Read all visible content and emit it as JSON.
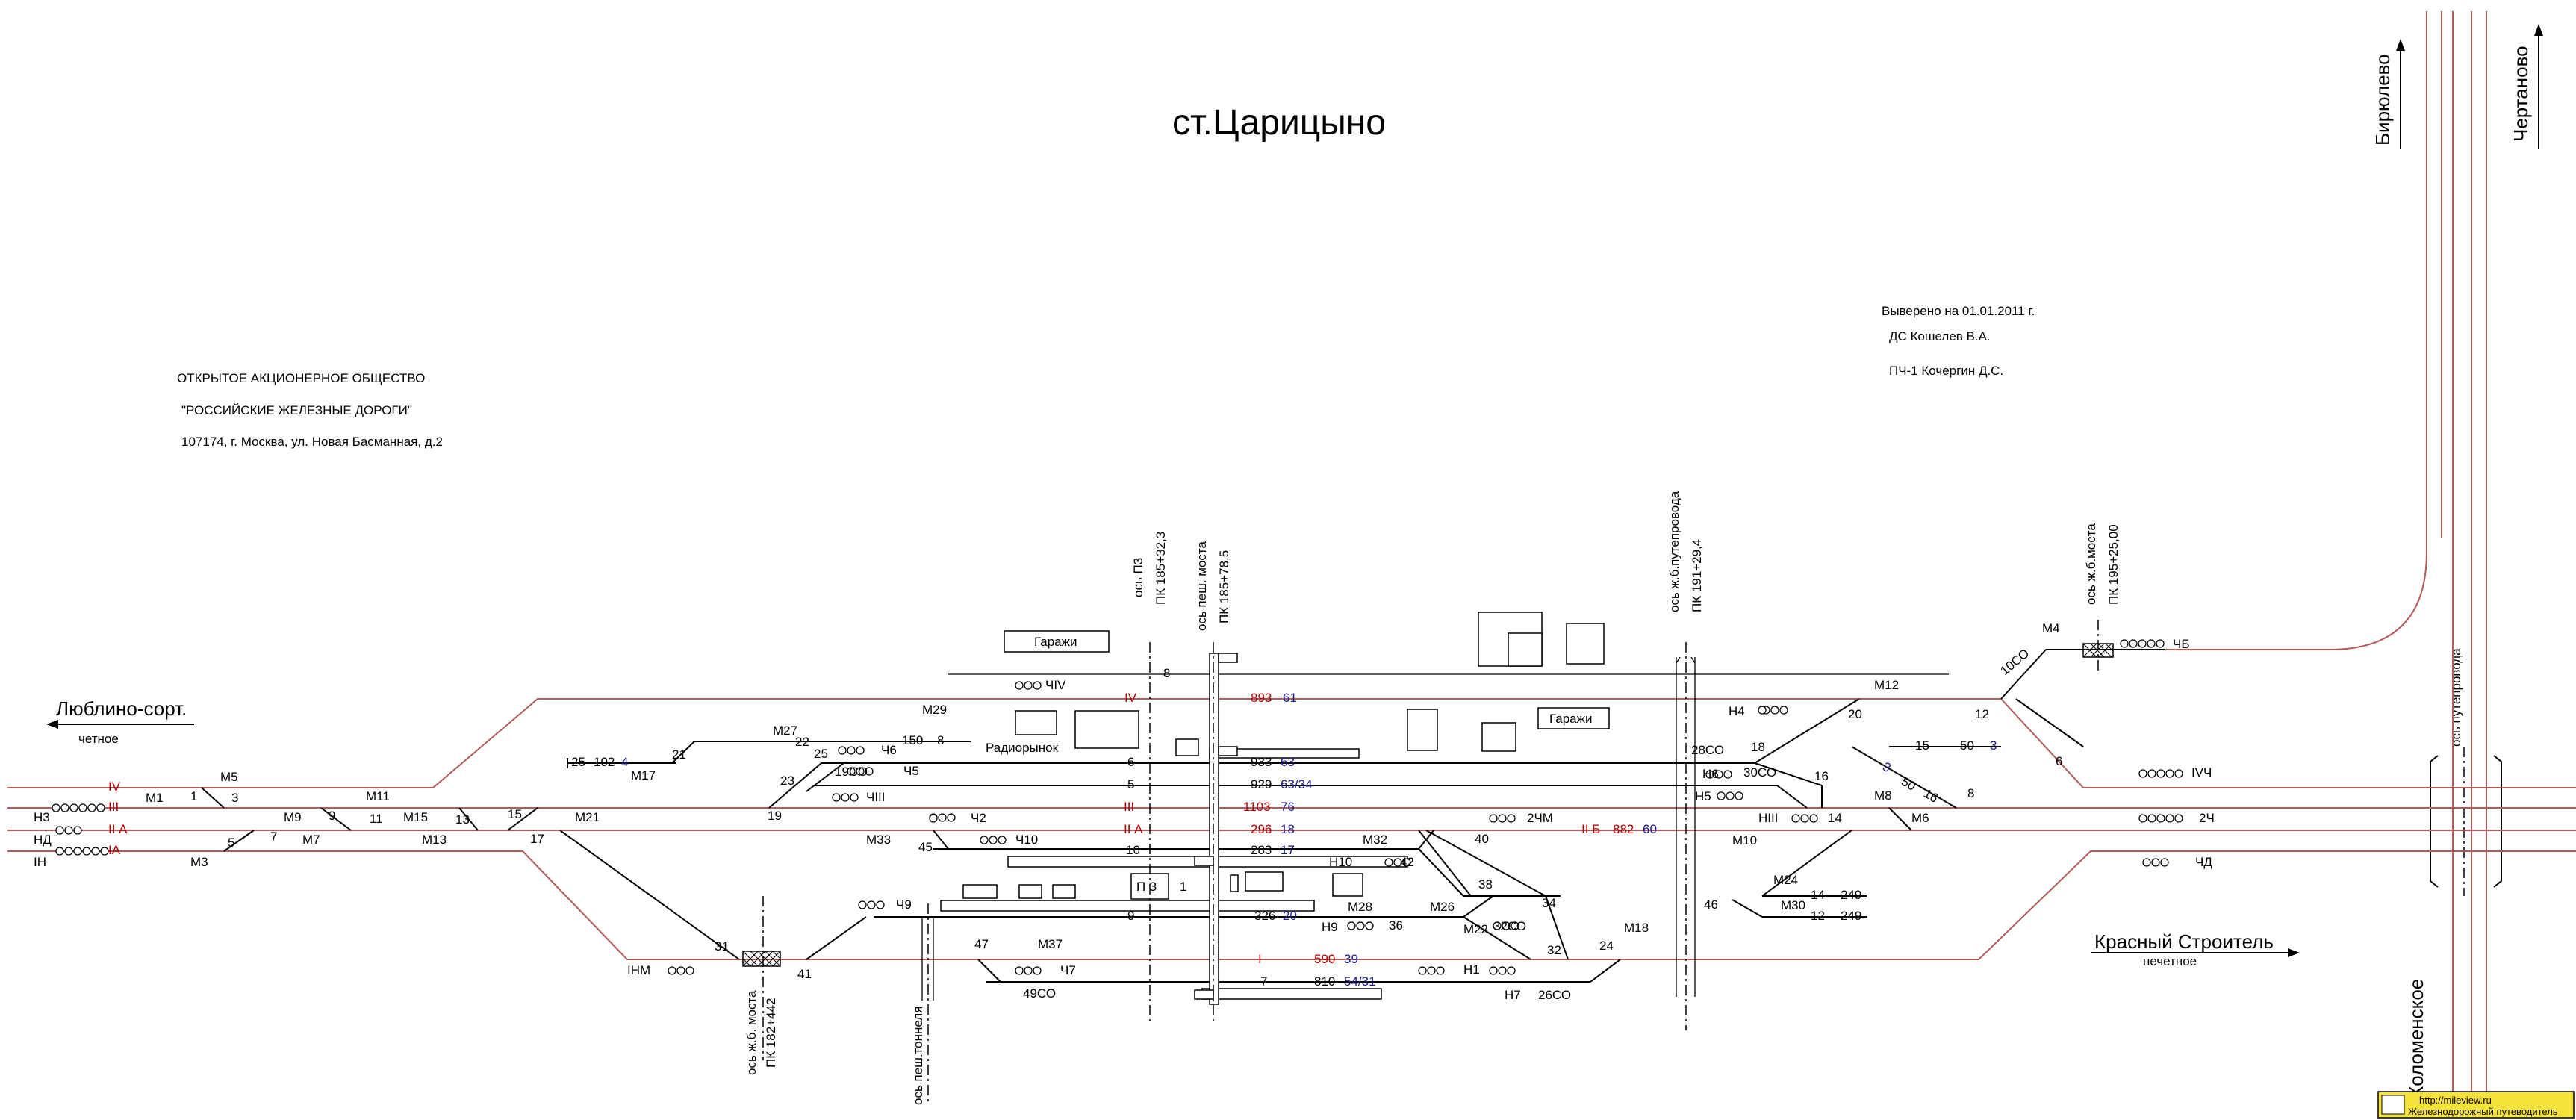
{
  "station": {
    "title": "ст.Царицыно"
  },
  "org": {
    "line1": "ОТКРЫТОЕ АКЦИОНЕРНОЕ ОБЩЕСТВО",
    "line2": "\"РОССИЙСКИЕ ЖЕЛЕЗНЫЕ ДОРОГИ\"",
    "line3": "107174, г. Москва, ул. Новая Басманная, д.2"
  },
  "verified": {
    "line1": "Выверено на 01.01.2011 г.",
    "line2": "ДС Кошелев В.А.",
    "line3": "ПЧ-1 Кочергин Д.С."
  },
  "directions": {
    "left": "Люблино-сорт.",
    "left_sub": "четное",
    "right": "Красный Строитель",
    "right_sub": "нечетное",
    "biryulevo": "Бирюлево",
    "chertanovo": "Чертаново",
    "kolomenskoe": "Коломенское"
  },
  "axes": {
    "pz1": "ось П3",
    "pz2": "ПК 185+32,3",
    "ped1": "ось пеш. моста",
    "ped2": "ПК 185+78,5",
    "ovp1": "ось ж.б.путепровода",
    "ovp2": "ПК 191+29,4",
    "br1": "ось ж.б.моста",
    "br2": "ПК 195+25,00",
    "ovp_r": "ось путепровода",
    "lbr1": "ось ж.б. моста",
    "lbr2": "ПК 182+442",
    "tun": "ось пеш.тоннеля"
  },
  "buildings": {
    "garages_left": "Гаражи",
    "garages_right": "Гаражи",
    "market": "Радиорынок",
    "pz": "П З",
    "one": "1"
  },
  "tracks": {
    "t4": {
      "num": "IV",
      "len": "893",
      "cap": "61"
    },
    "t6": {
      "num": "6",
      "len": "933",
      "cap": "63"
    },
    "t5": {
      "num": "5",
      "len": "929",
      "cap": "63/34"
    },
    "t3": {
      "num": "III",
      "len": "1103",
      "cap": "76"
    },
    "t2a": {
      "num": "II А",
      "len": "296",
      "cap": "18"
    },
    "t2b": {
      "num": "II Б",
      "len": "882",
      "cap": "60"
    },
    "t10": {
      "num": "10",
      "len": "283",
      "cap": "17"
    },
    "t9": {
      "num": "9",
      "len": "326",
      "cap": "20"
    },
    "t1": {
      "num": "I",
      "len": "590",
      "cap": "39"
    },
    "t7": {
      "num": "7",
      "len": "810",
      "cap": "54/31"
    },
    "t8": {
      "num": "8"
    },
    "t8s": {
      "len": "150",
      "num": "8"
    },
    "t4s": {
      "len": "102",
      "num": "4"
    },
    "t25": "25",
    "t3r": {
      "len": "50",
      "num": "3"
    },
    "t15": "15",
    "t14": {
      "num": "14",
      "len": "249"
    },
    "t12": {
      "num": "12",
      "len": "249"
    },
    "lt4": "IV",
    "lt3": "III",
    "lt2": "II А",
    "lt1": "IА"
  },
  "signals": {
    "m1": "М1",
    "m3": "М3",
    "m5": "М5",
    "m7": "М7",
    "m9": "М9",
    "m11": "М11",
    "m13": "М13",
    "m15": "М15",
    "m17": "М17",
    "m21": "М21",
    "m27": "М27",
    "m29": "М29",
    "m33": "М33",
    "m37": "М37",
    "m32": "М32",
    "m28": "М28",
    "m26": "М26",
    "m22": "М22",
    "m18": "М18",
    "m12": "М12",
    "m4": "М4",
    "m8": "М8",
    "m6": "М6",
    "m10": "М10",
    "m24": "М24",
    "m30": "М30",
    "h3": "Н3",
    "hd": "НД",
    "ih": "IН",
    "ihm": "IНМ",
    "h4": "Н4",
    "h6": "Н6",
    "h5": "Н5",
    "hiii": "НIII",
    "h10": "Н10",
    "h9": "Н9",
    "h1": "Н1",
    "h7": "Н7",
    "ch4": "ЧIV",
    "ch5": "Ч5",
    "ch6": "Ч6",
    "ch3": "ЧIII",
    "ch2": "Ч2",
    "ch10": "Ч10",
    "ch9": "Ч9",
    "ch7": "Ч7",
    "chb": "ЧБ",
    "ch4r": "IVЧ",
    "ch2r": "2Ч",
    "chd": "ЧД",
    "ch2m": "2ЧМ"
  },
  "switches": {
    "s1": "1",
    "s3": "3",
    "s5": "5",
    "s7": "7",
    "s9": "9",
    "s11": "11",
    "s13": "13",
    "s15": "15",
    "s17": "17",
    "s19": "19",
    "s21": "21",
    "s22": "22",
    "s23": "23",
    "s25": "25",
    "s19co": "19СО",
    "s31": "31",
    "s41": "41",
    "s45": "45",
    "s47": "47",
    "s49co": "49СО",
    "s42": "42",
    "s40": "40",
    "s38": "38",
    "s36": "36",
    "s34": "34",
    "s32co": "32СО",
    "s32": "32",
    "s24": "24",
    "s26co": "26СО",
    "s46": "46",
    "s28co": "28СО",
    "s30co": "30СО",
    "s18": "18",
    "s16": "16",
    "s14": "14",
    "s20": "20",
    "s12": "12",
    "s10co": "10СО",
    "s6": "6",
    "s8": "8",
    "s50": "50",
    "s16b": "16",
    "s3b": "3",
    "p8": "8",
    "p6": "6",
    "p5": "5",
    "p3": "III",
    "p2": "II А",
    "p10": "10",
    "p9": "9",
    "p1": "I",
    "p7": "7"
  },
  "footer": {
    "url": "http://mileview.ru",
    "caption": "Железнодорожный путеводитель"
  }
}
